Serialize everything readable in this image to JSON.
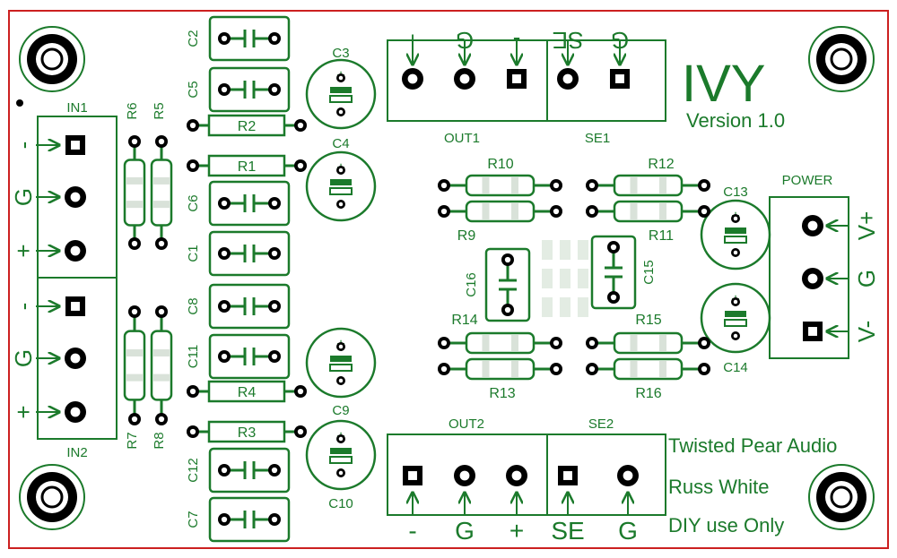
{
  "colors": {
    "silk": "#1b7a2b",
    "outline": "#cc2020",
    "pad_fill": "#ffffff",
    "pad_dark": "#000000",
    "body_fill": "#ffffff",
    "ghost": "#dfe8df"
  },
  "board": {
    "title": "IVY",
    "version": "Version 1.0",
    "credits": [
      "Twisted Pear Audio",
      "Russ White",
      "DIY use Only"
    ]
  },
  "connectors": {
    "in1": {
      "name": "IN1",
      "pins": [
        "-",
        "G",
        "+"
      ]
    },
    "in2": {
      "name": "IN2",
      "pins": [
        "-",
        "G",
        "+"
      ]
    },
    "out1": {
      "name": "OUT1",
      "pins": [
        "+",
        "G",
        "-"
      ]
    },
    "se1": {
      "name": "SE1",
      "pins": [
        "SE",
        "G"
      ]
    },
    "out2": {
      "name": "OUT2",
      "pins": [
        "-",
        "G",
        "+"
      ]
    },
    "se2": {
      "name": "SE2",
      "pins": [
        "SE",
        "G"
      ]
    },
    "power": {
      "name": "POWER",
      "pins": [
        "V+",
        "G",
        "V-"
      ]
    }
  },
  "resistors": [
    "R1",
    "R2",
    "R3",
    "R4",
    "R5",
    "R6",
    "R7",
    "R8",
    "R9",
    "R10",
    "R11",
    "R12",
    "R13",
    "R14",
    "R15",
    "R16"
  ],
  "film_caps": [
    "C1",
    "C2",
    "C5",
    "C6",
    "C7",
    "C8",
    "C11",
    "C12",
    "C15",
    "C16"
  ],
  "electrolytic_caps": [
    "C3",
    "C4",
    "C9",
    "C10",
    "C13",
    "C14"
  ],
  "polarity_mark": "+",
  "icons": [
    "mounting-hole-icon",
    "pin-arrow-icon",
    "square-pad-icon",
    "round-pad-icon",
    "pin1-dot-icon"
  ]
}
